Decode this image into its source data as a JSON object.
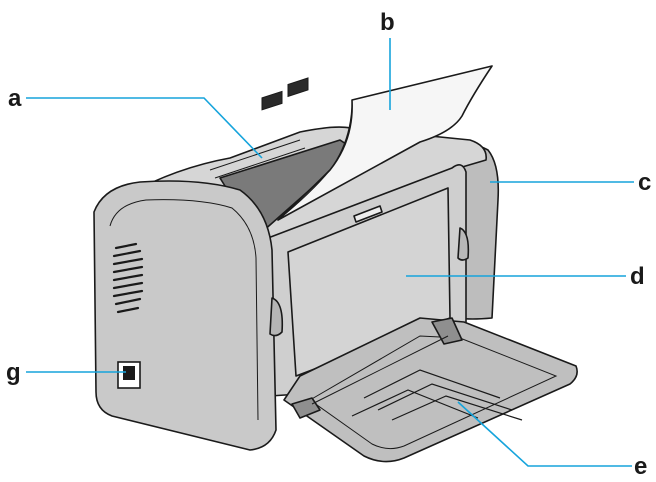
{
  "callouts": {
    "a": {
      "letter": "a"
    },
    "b": {
      "letter": "b"
    },
    "c": {
      "letter": "c"
    },
    "d": {
      "letter": "d"
    },
    "e": {
      "letter": "e"
    },
    "g": {
      "letter": "g"
    }
  },
  "colors": {
    "leader": "#16a4dc",
    "body_light": "#d9d9d9",
    "body_mid": "#c4c4c4",
    "body_dark": "#a8a8a8",
    "paper": "#f4f4f4"
  }
}
